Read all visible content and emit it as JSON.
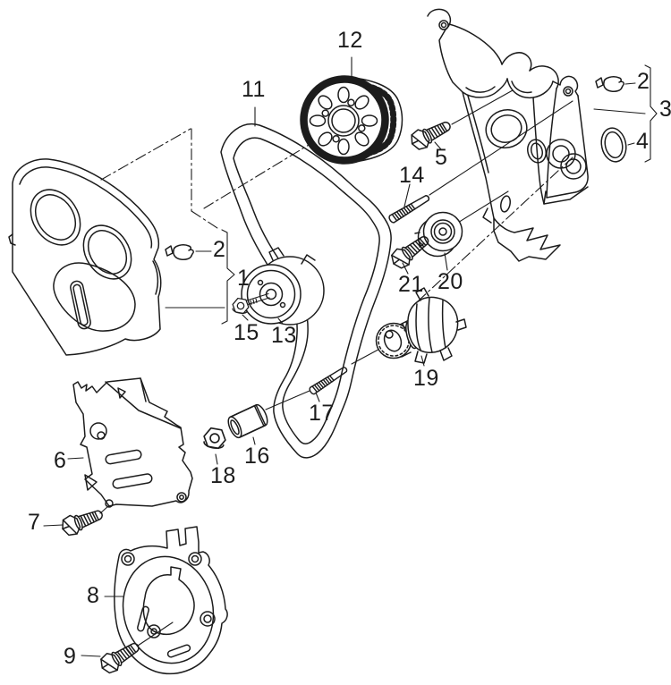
{
  "diagram": {
    "background_color": "#ffffff",
    "line_color": "#1c1c1c",
    "callouts": [
      {
        "label": "1",
        "part": "tensioner-group-brace"
      },
      {
        "label": "2",
        "part": "retaining-clip"
      },
      {
        "label": "2",
        "part": "retaining-clip"
      },
      {
        "label": "3",
        "part": "rear-timing-cover-group-brace"
      },
      {
        "label": "4",
        "part": "sealing-plug"
      },
      {
        "label": "5",
        "part": "hex-flange-bolt"
      },
      {
        "label": "6",
        "part": "lower-timing-cover"
      },
      {
        "label": "7",
        "part": "hex-flange-bolt"
      },
      {
        "label": "8",
        "part": "sealing-flange-plate"
      },
      {
        "label": "9",
        "part": "hex-flange-bolt"
      },
      {
        "label": "11",
        "part": "toothed-timing-belt"
      },
      {
        "label": "12",
        "part": "camshaft-toothed-gear"
      },
      {
        "label": "13",
        "part": "tensioner-pulley"
      },
      {
        "label": "14",
        "part": "threaded-stud"
      },
      {
        "label": "15",
        "part": "hex-nut"
      },
      {
        "label": "16",
        "part": "spacer-sleeve"
      },
      {
        "label": "17",
        "part": "threaded-stud"
      },
      {
        "label": "18",
        "part": "hex-nut"
      },
      {
        "label": "19",
        "part": "coolant-pump"
      },
      {
        "label": "20",
        "part": "idler-roller"
      },
      {
        "label": "21",
        "part": "hex-flange-bolt"
      }
    ]
  }
}
